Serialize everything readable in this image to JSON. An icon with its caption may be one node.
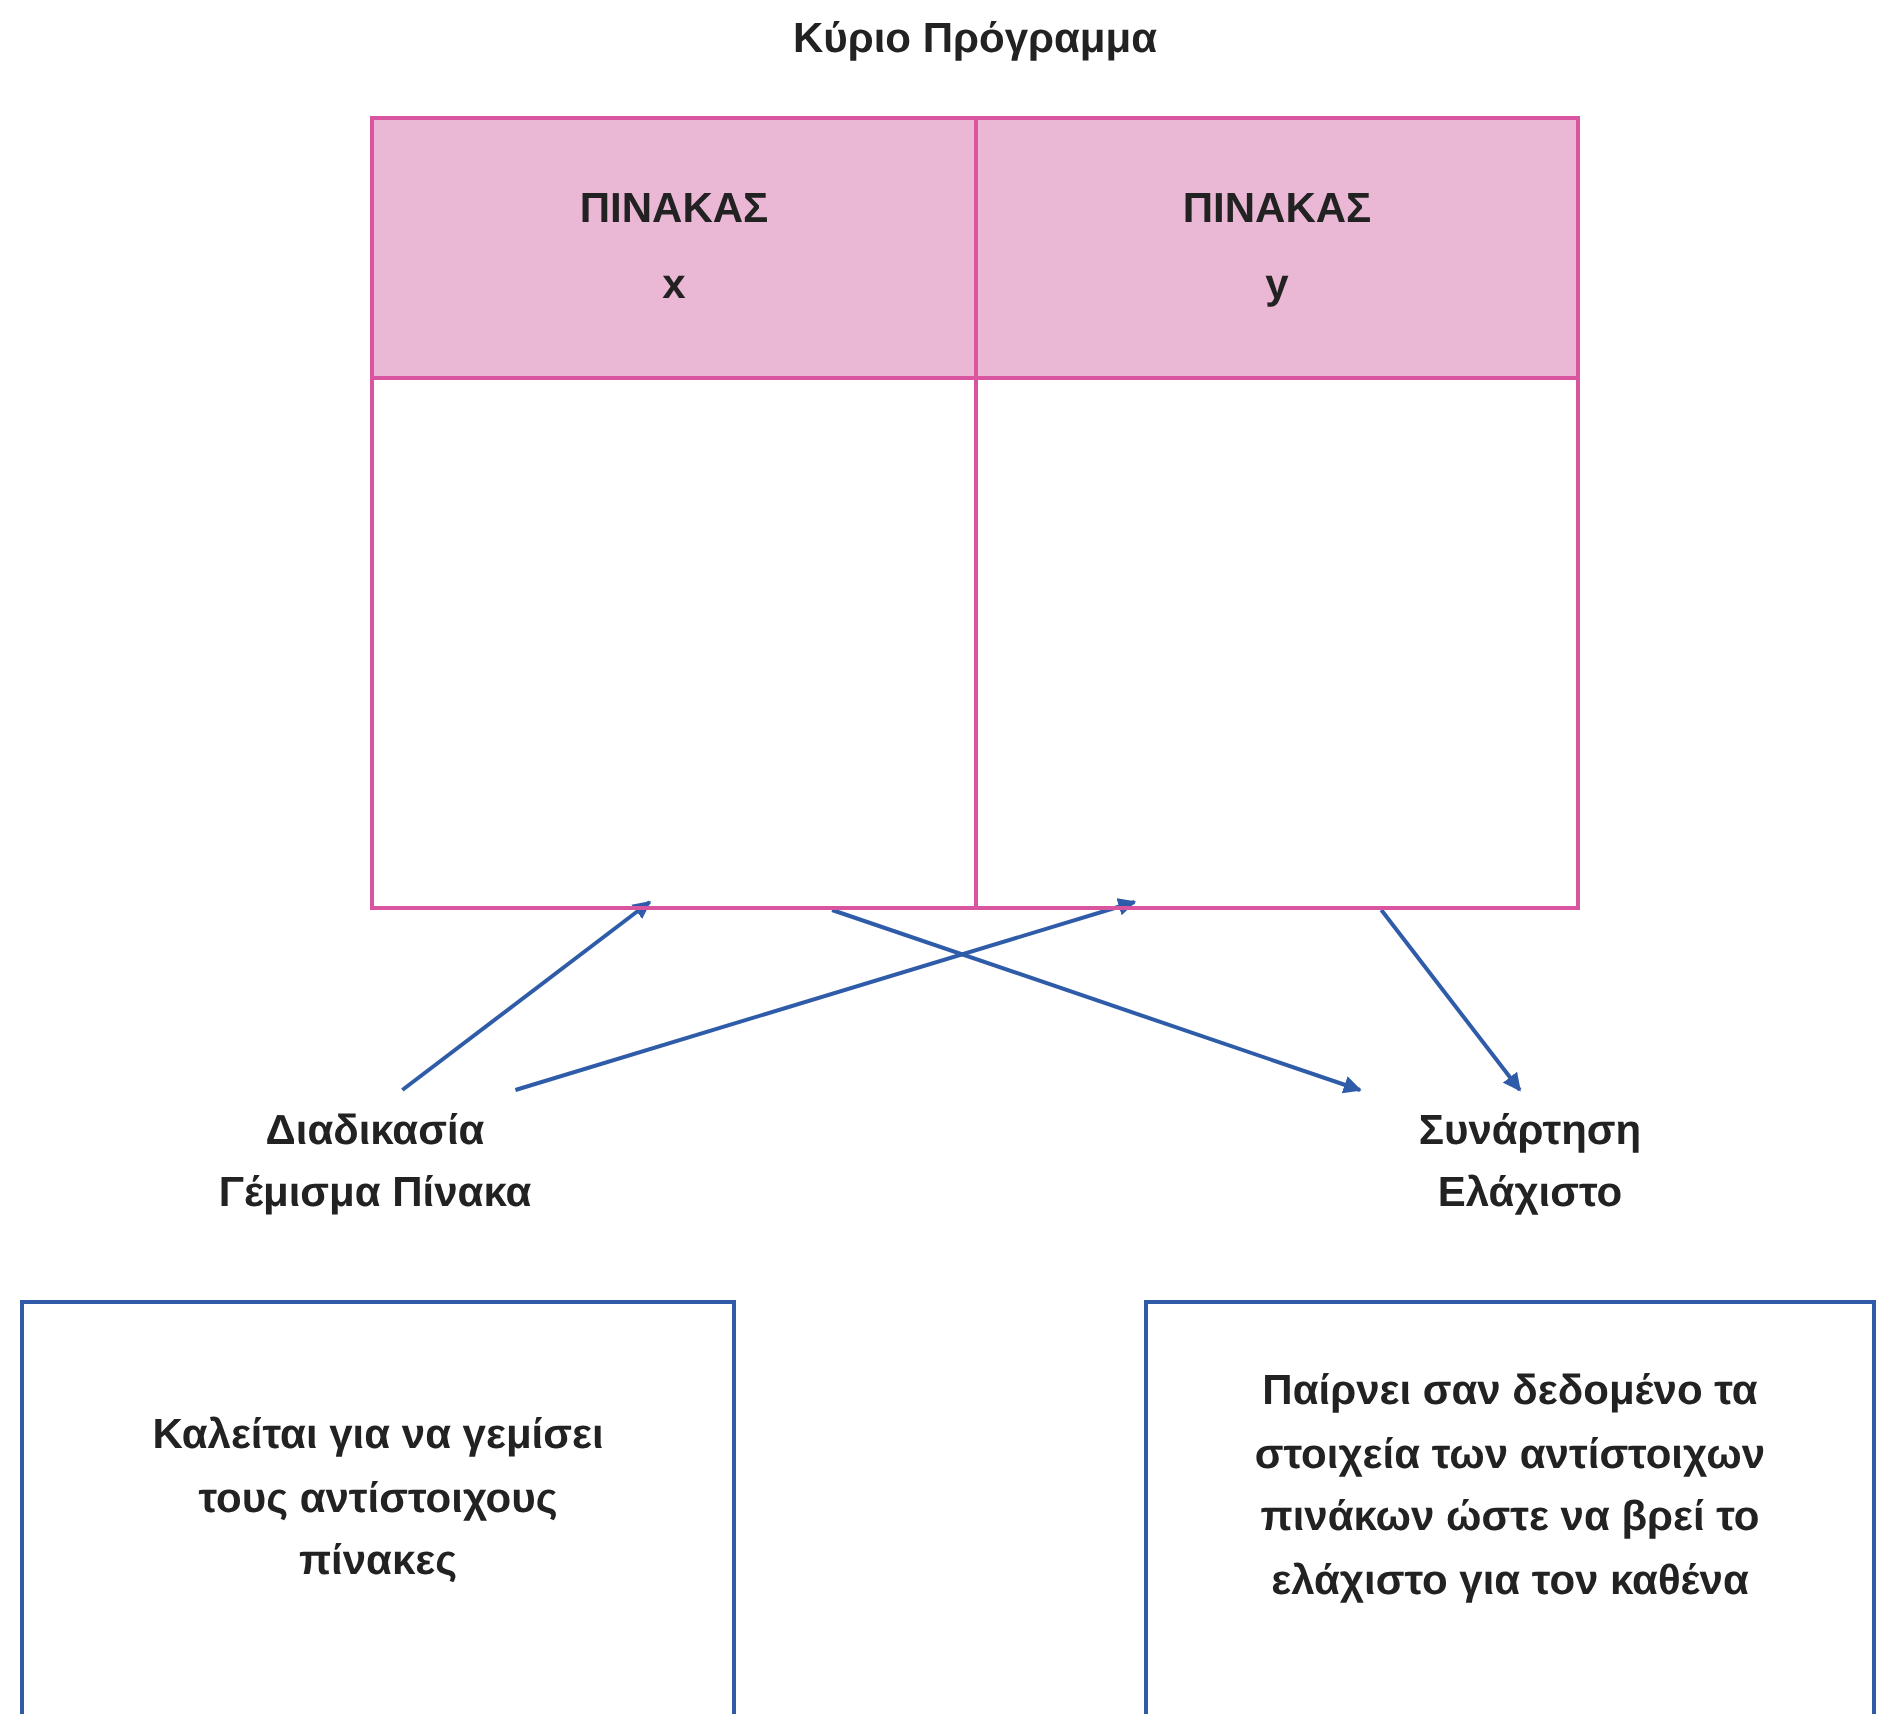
{
  "diagram": {
    "nodes": [
      {
        "text": [
          "Κύριο Πρόγραμμα"
        ]
      },
      {
        "text": [
          "ΠΙΝΑΚΑΣ",
          "x"
        ],
        "in": 0
      },
      {
        "text": [
          "ΠΙΝΑΚΑΣ",
          "y"
        ],
        "in": 0
      },
      {
        "text": [
          "Διαδικασία Γέμισμα Πίνακα"
        ]
      },
      {
        "text": [
          "Συνάρτηση Ελάχιστο"
        ]
      },
      {
        "text": [
          "Καλείται για να γεμίσει τους αντίστοιχους πίνακες"
        ]
      },
      {
        "text": [
          "Παίρνει σαν δεδομένο τα στοιχεία των αντίστοιχων πινάκων ώστε να βρεί το ελάχιστο για τον καθένα"
        ]
      }
    ],
    "edges": [
      {
        "from": 3,
        "to": 1,
        "arrow": "to"
      },
      {
        "from": 3,
        "to": 2,
        "arrow": "to"
      },
      {
        "from": 1,
        "to": 4,
        "arrow": "to"
      },
      {
        "from": 2,
        "to": 4,
        "arrow": "to"
      }
    ]
  }
}
